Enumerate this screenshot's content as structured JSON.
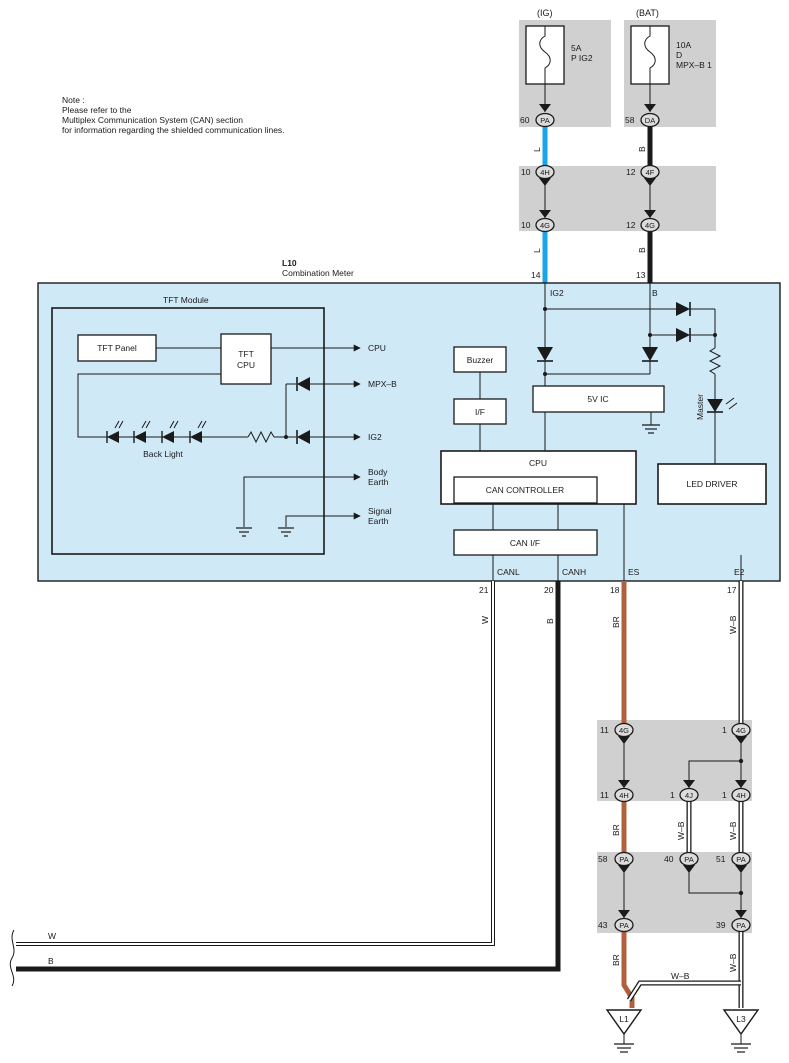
{
  "note": {
    "title": "Note :",
    "lines": [
      "Please refer to the",
      "Multiplex Communication System (CAN) section",
      "for information regarding the shielded communication lines."
    ]
  },
  "fuses": {
    "ig_label": "(IG)",
    "bat_label": "(BAT)",
    "ig_rating": "5A",
    "ig_name": "P IG2",
    "bat_rating": "10A",
    "bat_name_1": "D",
    "bat_name_2": "MPX–B 1"
  },
  "component": {
    "code": "L10",
    "name": "Combination Meter"
  },
  "tft": {
    "title": "TFT Module",
    "panel": "TFT Panel",
    "cpu_1": "TFT",
    "cpu_2": "CPU",
    "backlight": "Back Light",
    "out_cpu": "CPU",
    "out_mpxb": "MPX–B",
    "out_ig2": "IG2",
    "body_earth_1": "Body",
    "body_earth_2": "Earth",
    "signal_earth_1": "Signal",
    "signal_earth_2": "Earth"
  },
  "blocks": {
    "buzzer": "Buzzer",
    "if": "I/F",
    "ic5v": "5V IC",
    "cpu": "CPU",
    "can_controller": "CAN CONTROLLER",
    "can_if": "CAN I/F",
    "led_driver": "LED DRIVER",
    "master": "Master"
  },
  "terminals": {
    "ig2": "IG2",
    "b": "B",
    "canl": "CANL",
    "canh": "CANH",
    "es": "ES",
    "e2": "E2",
    "pin14": "14",
    "pin13": "13",
    "pin21": "21",
    "pin20": "20",
    "pin18": "18",
    "pin17": "17"
  },
  "wires": {
    "l": "L",
    "b": "B",
    "w": "W",
    "br": "BR",
    "wb": "W–B"
  },
  "connectors": {
    "pa": "PA",
    "da": "DA",
    "c4h": "4H",
    "c4f": "4F",
    "c4g": "4G",
    "c4j": "4J",
    "n60": "60",
    "n58": "58",
    "n10": "10",
    "n12": "12",
    "n11": "11",
    "n1": "1",
    "n40": "40",
    "n51": "51",
    "n43": "43",
    "n39": "39"
  },
  "grounds": {
    "l1": "L1",
    "l3": "L3"
  },
  "colors": {
    "meter_fill": "#cfe9f6",
    "splice_fill": "#d0d0d0",
    "wire_l": "#19a6e8",
    "wire_b": "#1a1a1a",
    "wire_br": "#b0603c",
    "wire_w": "#ffffff"
  }
}
